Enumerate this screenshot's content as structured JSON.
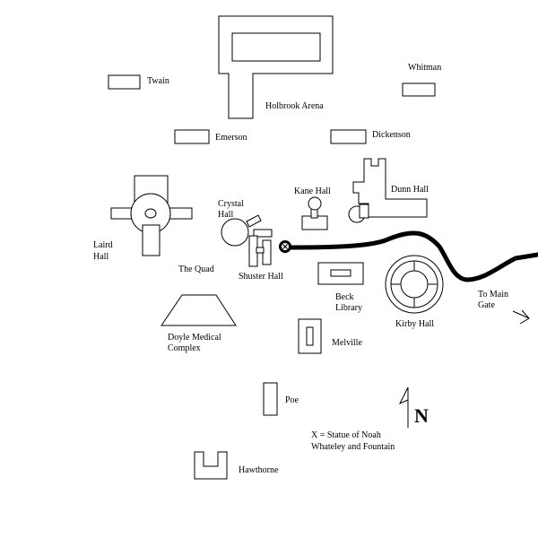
{
  "buildings": {
    "holbrook": "Holbrook Arena",
    "twain": "Twain",
    "whitman": "Whitman",
    "emerson": "Emerson",
    "dickenson": "Dickenson",
    "kane": "Kane Hall",
    "dunn": "Dunn Hall",
    "crystal_line1": "Crystal",
    "crystal_line2": "Hall",
    "laird_line1": "Laird",
    "laird_line2": "Hall",
    "quad": "The Quad",
    "shuster": "Shuster Hall",
    "beck_line1": "Beck",
    "beck_line2": "Library",
    "kirby": "Kirby Hall",
    "doyle_line1": "Doyle Medical",
    "doyle_line2": "Complex",
    "melville": "Melville",
    "poe": "Poe",
    "hawthorne": "Hawthorne"
  },
  "road": {
    "gate_line1": "To Main",
    "gate_line2": "Gate"
  },
  "legend": {
    "line1": "X = Statue of Noah",
    "line2": "Whateley and Fountain"
  },
  "compass": {
    "letter": "N"
  },
  "icons": {
    "statue": "statue-marker-icon",
    "north": "north-arrow-icon",
    "gate_arrow": "gate-arrow-icon"
  },
  "colors": {
    "ink": "#000000",
    "paper": "#ffffff"
  }
}
